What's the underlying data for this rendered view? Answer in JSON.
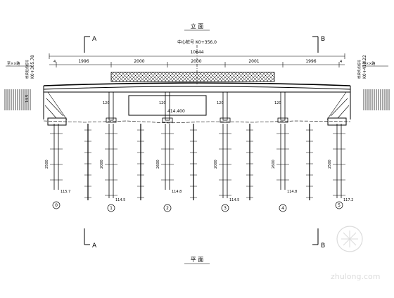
{
  "drawing": {
    "title": "立 面",
    "plan_title": "平 面",
    "centerline_label": "中心桩号 K0+356.0",
    "total_length": "10644",
    "section_a": "A",
    "section_b": "B",
    "left_station": "K0+305.78",
    "right_station": "K0+413.22",
    "left_station_note": "桥梁起点桩号",
    "right_station_note": "桥梁终点桩号",
    "left_direction": "至××路",
    "right_direction": "至××路",
    "spans": [
      "1996",
      "2000",
      "2000",
      "2001",
      "1996"
    ],
    "left_gap": "4",
    "right_gap": "4",
    "abutment_height": "14.5",
    "pier_cap_label": "120",
    "pier_top_elev": "414.400",
    "pile_elevs": [
      "115.7",
      "114.5",
      "114.8",
      "114.5",
      "114.8",
      "117.2"
    ],
    "pile_lengths": [
      "2500",
      "2000",
      "2600",
      "2000",
      "2600",
      "2500"
    ],
    "pier_numbers": [
      "0",
      "1",
      "2",
      "3",
      "4",
      "5"
    ],
    "watermark": "zhulong.com"
  }
}
